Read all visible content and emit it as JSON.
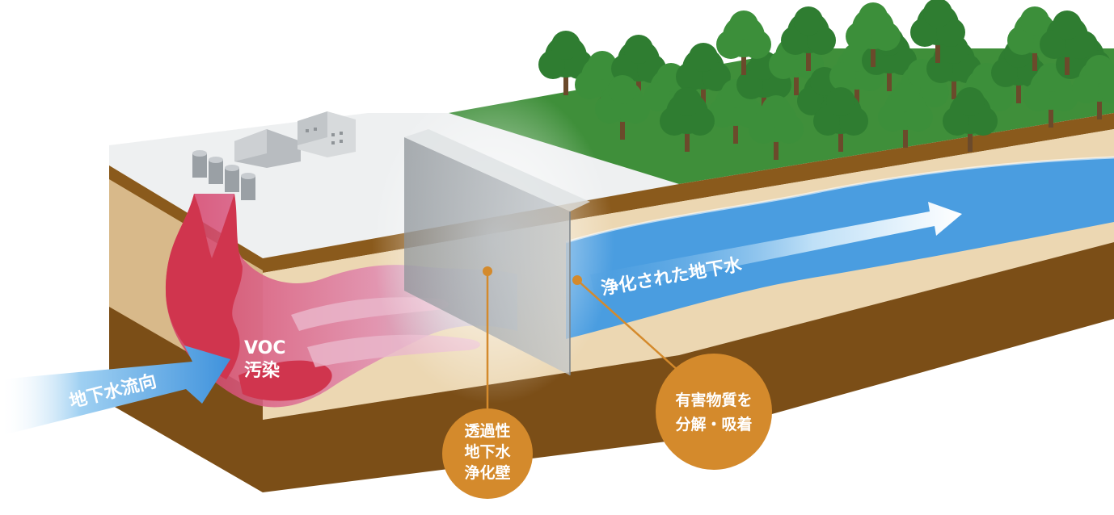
{
  "labels": {
    "flow_direction": "地下水流向",
    "voc_line1": "VOC",
    "voc_line2": "汚染",
    "purified_water": "浄化された地下水"
  },
  "callouts": {
    "wall": [
      "透過性",
      "地下水",
      "浄化壁"
    ],
    "function": [
      "有害物質を",
      "分解・吸着"
    ]
  },
  "colors": {
    "soil_dark": "#8a5a1c",
    "soil_light": "#ecd7b2",
    "surface": "#eef0f1",
    "grass": "#3f8f3a",
    "water": "#4a9de0",
    "contamination": "#d0354e",
    "callout": "#d48a2c"
  }
}
